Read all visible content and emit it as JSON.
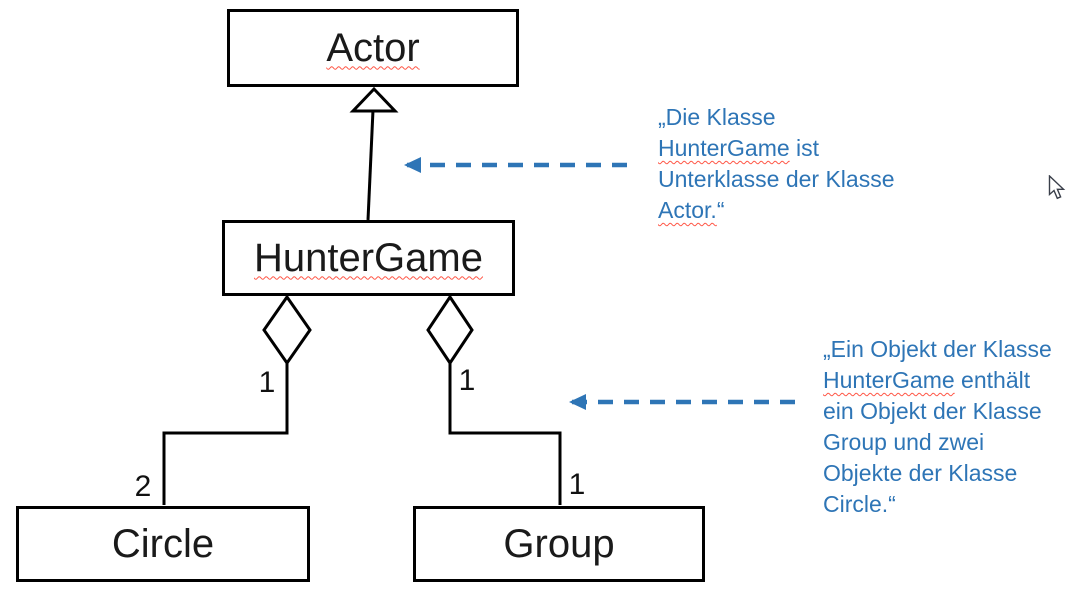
{
  "classes": {
    "actor": "Actor",
    "hunter_game": "HunterGame",
    "circle": "Circle",
    "group": "Group"
  },
  "multiplicities": {
    "hunter_side_circle": "1",
    "hunter_side_group": "1",
    "circle_side": "2",
    "group_side": "1"
  },
  "relationships": [
    {
      "type": "inheritance",
      "from": "HunterGame",
      "to": "Actor"
    },
    {
      "type": "aggregation",
      "from": "HunterGame",
      "to": "Circle",
      "from_multiplicity": "1",
      "to_multiplicity": "2"
    },
    {
      "type": "aggregation",
      "from": "HunterGame",
      "to": "Group",
      "from_multiplicity": "1",
      "to_multiplicity": "1"
    }
  ],
  "annotations": {
    "inheritance_note": {
      "lines": [
        [
          {
            "t": "„Die Klasse",
            "m": false
          }
        ],
        [
          {
            "t": "HunterGame",
            "m": true
          },
          {
            "t": " ist",
            "m": false
          }
        ],
        [
          {
            "t": "Unterklasse der Klasse",
            "m": false
          }
        ],
        [
          {
            "t": "Actor.",
            "m": true
          },
          {
            "t": "“",
            "m": false
          }
        ]
      ]
    },
    "aggregation_note": {
      "lines": [
        [
          {
            "t": "„Ein Objekt der Klasse",
            "m": false
          }
        ],
        [
          {
            "t": "HunterGame",
            "m": true
          },
          {
            "t": " enthält",
            "m": false
          }
        ],
        [
          {
            "t": "ein Objekt der Klasse",
            "m": false
          }
        ],
        [
          {
            "t": "Group und zwei",
            "m": false
          }
        ],
        [
          {
            "t": "Objekte der Klasse",
            "m": false
          }
        ],
        [
          {
            "t": "Circle.",
            "m": false
          },
          {
            "t": "“",
            "m": false
          }
        ]
      ]
    }
  },
  "colors": {
    "annotation_blue": "#2E75B6",
    "box_border": "#000000",
    "spellcheck_red": "#FF5545"
  }
}
